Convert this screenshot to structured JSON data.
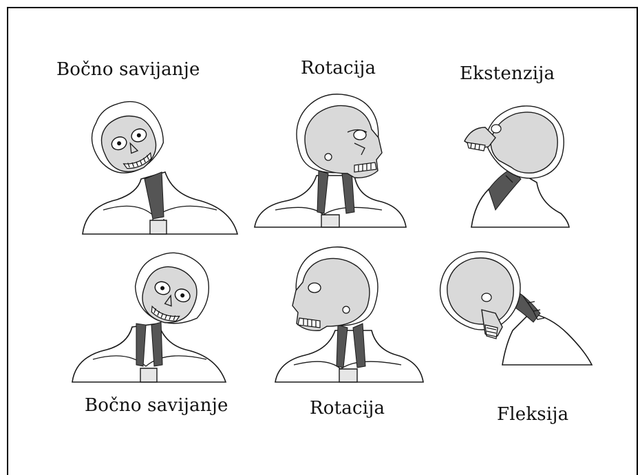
{
  "labels": {
    "top_left": "Bočno savijanje",
    "top_middle": "Rotacija",
    "top_right": "Ekstenzija",
    "bottom_left": "Bočno savijanje",
    "bottom_middle": "Rotacija",
    "bottom_right": "Fleksija"
  }
}
